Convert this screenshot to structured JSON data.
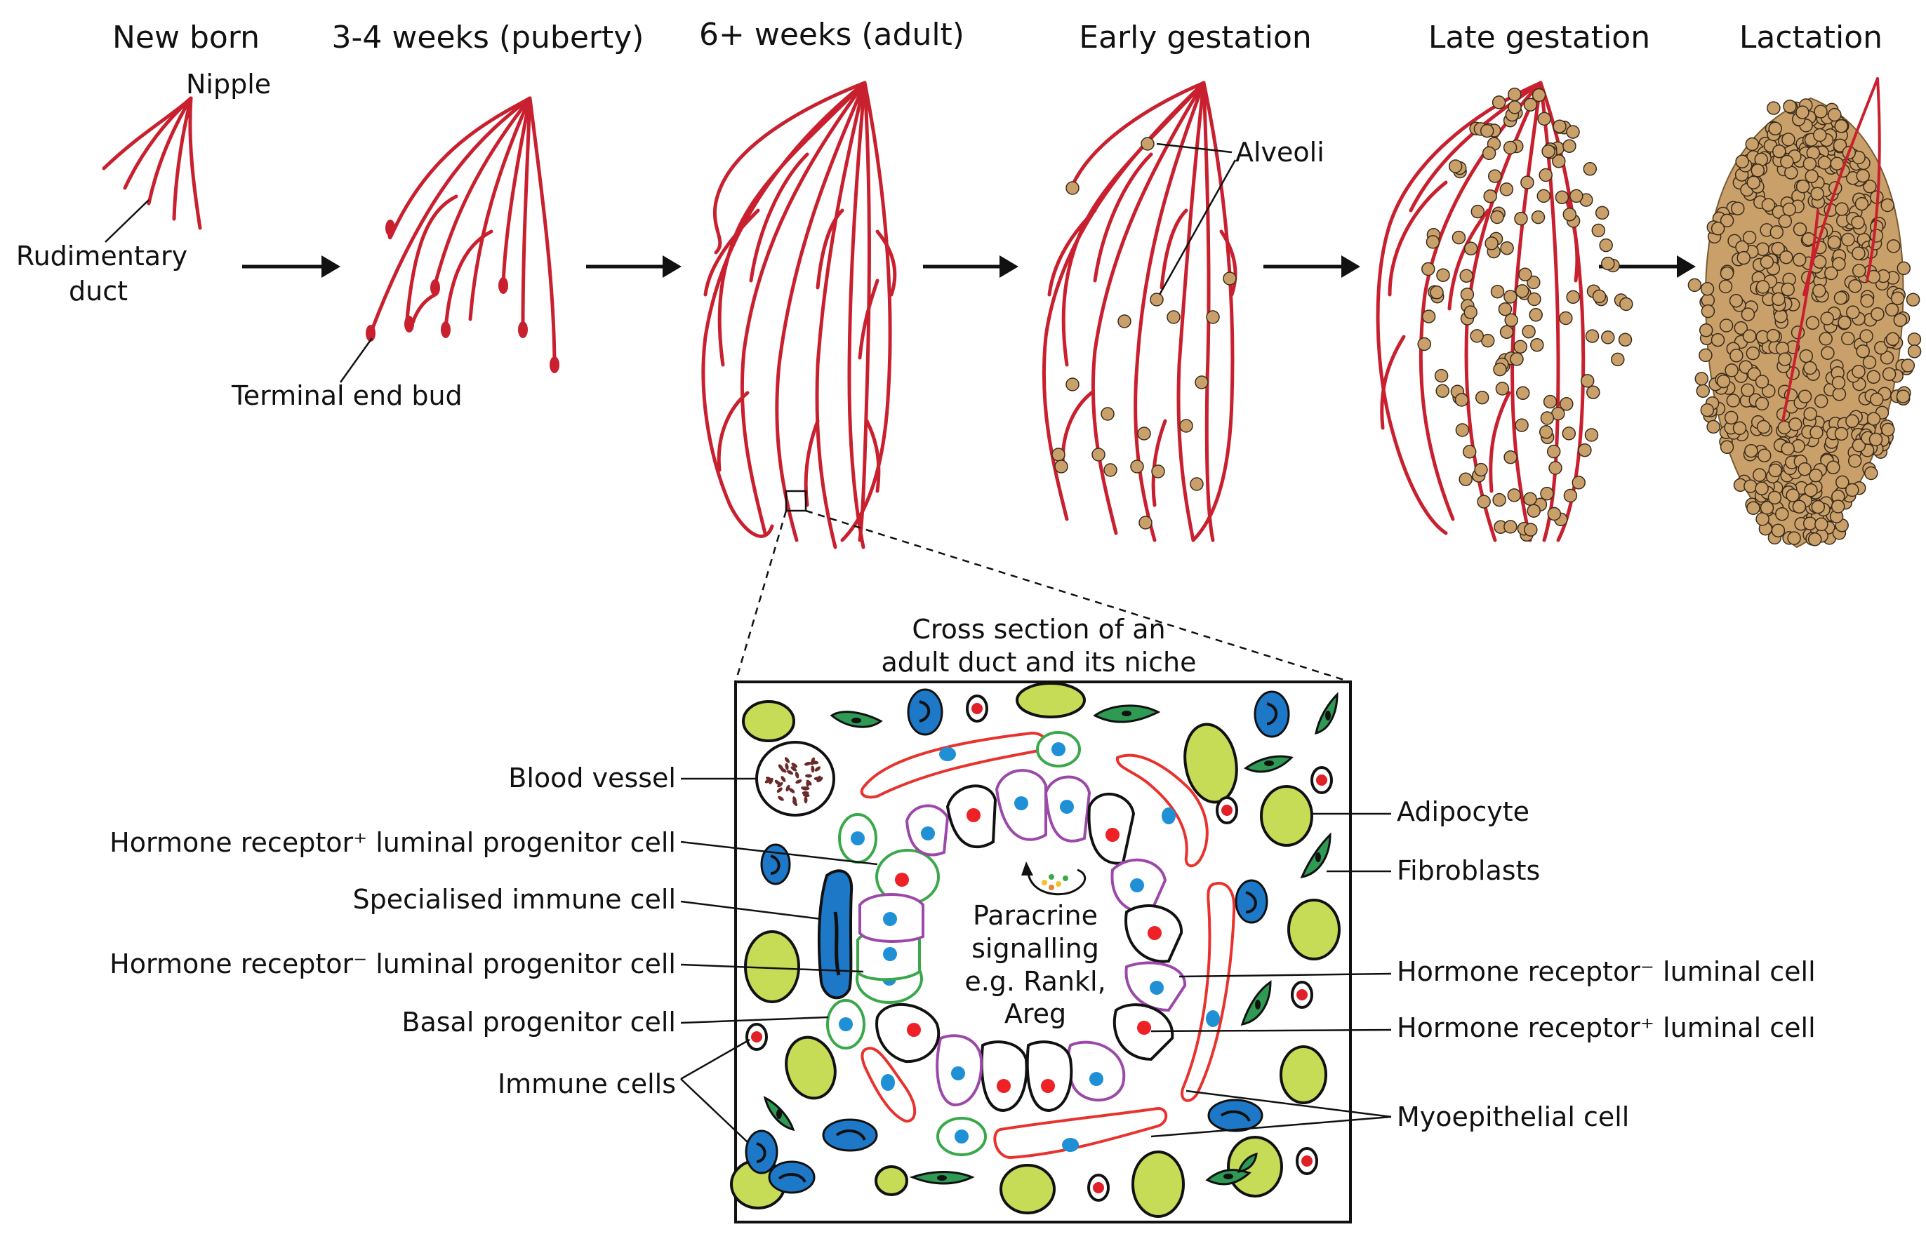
{
  "stages": [
    {
      "id": "newborn",
      "title": "New born"
    },
    {
      "id": "puberty",
      "title": "3-4 weeks (puberty)"
    },
    {
      "id": "adult",
      "title": "6+ weeks (adult)"
    },
    {
      "id": "early",
      "title": "Early gestation"
    },
    {
      "id": "late",
      "title": "Late gestation"
    },
    {
      "id": "lactation",
      "title": "Lactation"
    }
  ],
  "top_labels": {
    "nipple": "Nipple",
    "rudimentary_duct_1": "Rudimentary",
    "rudimentary_duct_2": "duct",
    "terminal_end_bud": "Terminal end bud",
    "alveoli": "Alveoli"
  },
  "cross_section_title_1": "Cross section of an",
  "cross_section_title_2": "adult duct and its niche",
  "paracrine_1": "Paracrine",
  "paracrine_2": "signalling",
  "paracrine_3": "e.g. Rankl,",
  "paracrine_4": "Areg",
  "left_labels": [
    {
      "key": "blood_vessel",
      "text": "Blood vessel"
    },
    {
      "key": "hr_pos_progenitor",
      "text": "Hormone receptor⁺ luminal progenitor cell"
    },
    {
      "key": "immune_specialised",
      "text": "Specialised immune cell"
    },
    {
      "key": "hr_neg_progenitor",
      "text": "Hormone receptor⁻ luminal progenitor cell"
    },
    {
      "key": "basal_progenitor",
      "text": "Basal progenitor cell"
    },
    {
      "key": "immune_cells",
      "text": "Immune cells"
    }
  ],
  "right_labels": [
    {
      "key": "adipocyte",
      "text": "Adipocyte"
    },
    {
      "key": "fibroblasts",
      "text": "Fibroblasts"
    },
    {
      "key": "hr_neg_luminal",
      "text": "Hormone receptor⁻ luminal cell"
    },
    {
      "key": "hr_pos_luminal",
      "text": "Hormone receptor⁺ luminal cell"
    },
    {
      "key": "myoepithelial",
      "text": "Myoepithelial cell"
    }
  ],
  "colors": {
    "duct": "#c8202e",
    "alveolus": "#c9a06a",
    "adipocyte": "#c6dc57",
    "fibroblast": "#2e9a53",
    "immune_blue": "#1e78c8",
    "immune_red": "#e01f26",
    "myoepithelial": "#e8322d",
    "progenitor_green": "#3aa84a",
    "luminal_purple": "#9b48a8",
    "luminal_black": "#111111",
    "nucleus_red": "#ee2126",
    "nucleus_blue": "#1f8fd6"
  }
}
